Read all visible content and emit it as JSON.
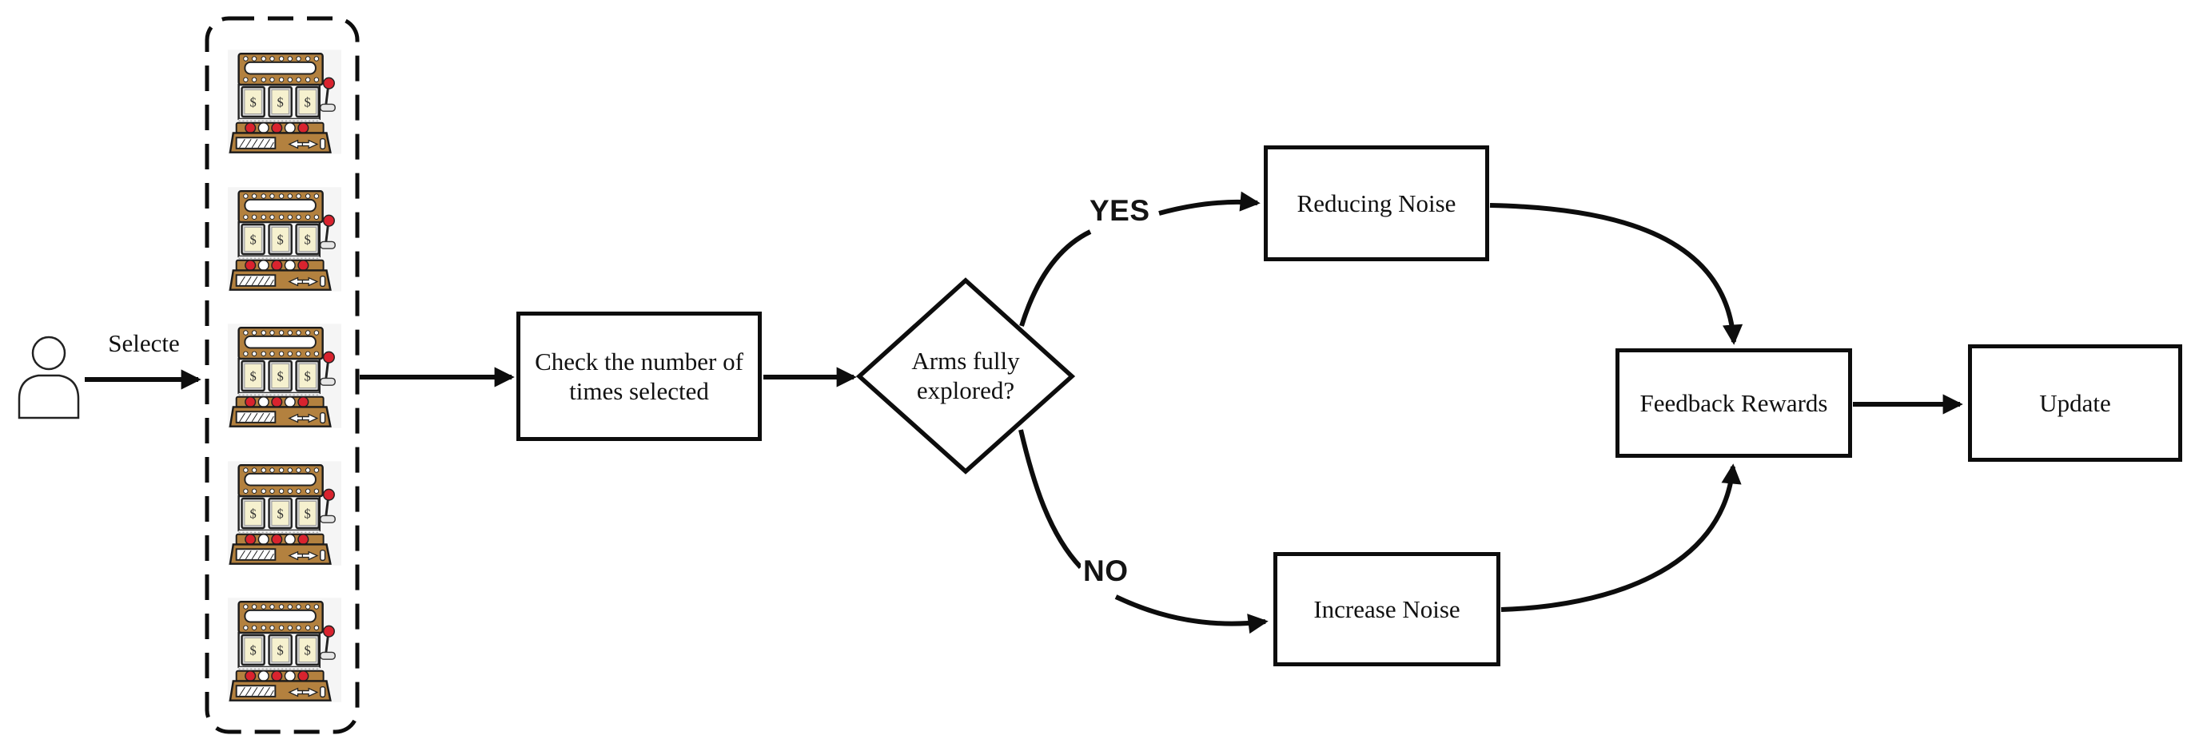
{
  "diagram": {
    "title_hint": "Multi-armed bandit exploration flowchart",
    "ink_color": "#0d0d0d",
    "background_color": "#ffffff",
    "actor": {
      "label": "Selecte"
    },
    "arm_group": {
      "machine_count": 5
    },
    "slot_machine": {
      "reel_symbol": "$",
      "body_color": "#b3813f",
      "accent_red": "#d9232e",
      "reel_color": "#f6f1cf",
      "tile_background": "#f5f5f5"
    },
    "branch_labels": {
      "yes": "YES",
      "no": "NO"
    },
    "nodes": {
      "check": {
        "line1": "Check the number of",
        "line2": "times selected"
      },
      "decision": {
        "line1": "Arms fully",
        "line2": "explored?"
      },
      "reduce": {
        "label": "Reducing Noise"
      },
      "increase": {
        "label": "Increase Noise"
      },
      "feedback": {
        "label": "Feedback Rewards"
      },
      "update": {
        "label": "Update"
      }
    }
  }
}
